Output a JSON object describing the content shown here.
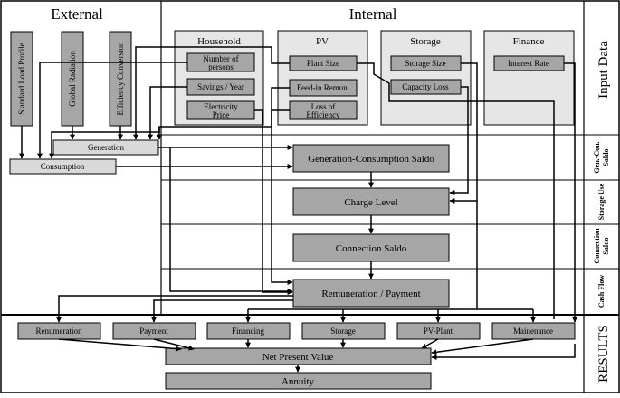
{
  "headers": {
    "external": "External",
    "internal": "Internal"
  },
  "side_labels": {
    "input_data": "Input Data",
    "gen_con_saldo": [
      "Gen.-Con.",
      "Saldo"
    ],
    "storage_use": "Storage Use",
    "connection_saldo": [
      "Connection",
      "Saldo"
    ],
    "cash_flow": "Cash Flow",
    "results": "RESULTS"
  },
  "external_inputs": {
    "standard_load_profile": "Standard Load Profile",
    "global_radiation": "Global Radiation",
    "efficiency_conversion": "Efficiency Conversion",
    "generation": "Generation",
    "consumption": "Consumption"
  },
  "groups": {
    "household": {
      "title": "Household",
      "items": [
        [
          "Number of",
          "persons"
        ],
        [
          "Savings / Year"
        ],
        [
          "Electricity",
          "Price"
        ]
      ]
    },
    "pv": {
      "title": "PV",
      "items": [
        [
          "Plant Size"
        ],
        [
          "Feed-in Remun."
        ],
        [
          "Loss of",
          "Efficiency"
        ]
      ]
    },
    "storage": {
      "title": "Storage",
      "items": [
        [
          "Storage Size"
        ],
        [
          "Capacity Loss"
        ]
      ]
    },
    "finance": {
      "title": "Finance",
      "items": [
        [
          "Interest Rate"
        ]
      ]
    }
  },
  "process_steps": {
    "gen_con_saldo": "Generation-Consumption Saldo",
    "charge_level": "Charge Level",
    "connection_saldo": "Connection Saldo",
    "remuneration_payment": "Remuneration / Payment"
  },
  "results": {
    "items": [
      "Renumeration",
      "Payment",
      "Financing",
      "Storage",
      "PV-Plant",
      "Mainenance"
    ],
    "npv": "Net Present Value",
    "annuity": "Annuity"
  },
  "colors": {
    "dark_box": "#a6a6a6",
    "light_box": "#d9d9d9",
    "group_panel": "#e6e6e6",
    "line": "#000000"
  }
}
